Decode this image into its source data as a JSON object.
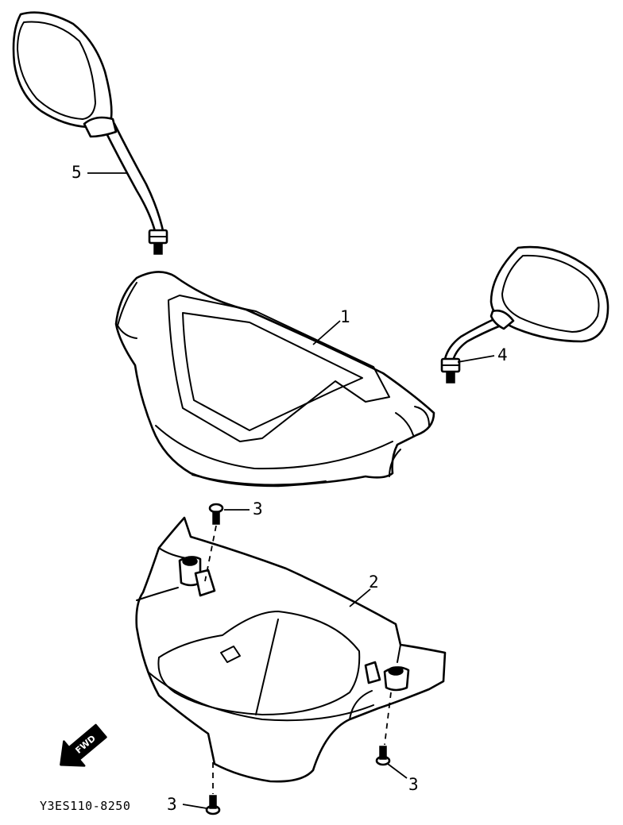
{
  "callouts": {
    "handlebar_cover_upper": "1",
    "handlebar_cover_under": "2",
    "screw_top": "3",
    "screw_right": "3",
    "screw_bottom": "3",
    "mirror_right": "4",
    "mirror_left": "5"
  },
  "direction_arrow": {
    "label": "FWD",
    "icon": "fwd-arrow-icon"
  },
  "diagram_code": "Y3ES110-8250"
}
